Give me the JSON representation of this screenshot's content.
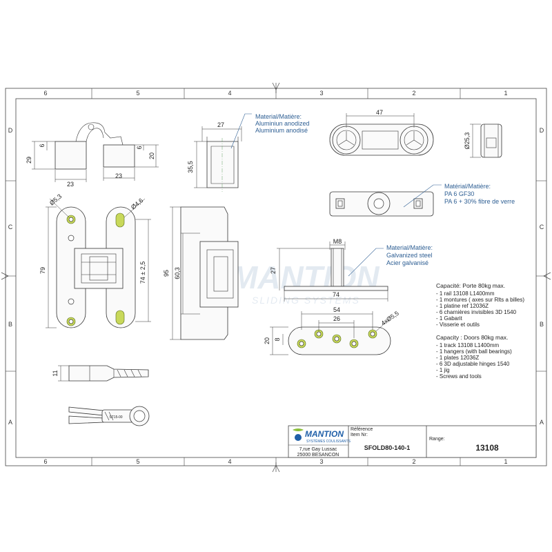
{
  "frame": {
    "columns": [
      "6",
      "5",
      "4",
      "3",
      "2",
      "1"
    ],
    "rows": [
      "D",
      "C",
      "B",
      "A"
    ]
  },
  "dimensions": {
    "hinge_side_height": "29",
    "hinge_side_left_offset": "6",
    "hinge_side_right_offset": "6",
    "hinge_side_right_height": "20",
    "hinge_width_left": "23",
    "hinge_width_right": "23",
    "hinge_front_hole": "Ø5,3",
    "hinge_front_hole_right": "Ø4,6",
    "hinge_front_height": "79",
    "hinge_front_pitch": "74 ± 2,5",
    "plate_height": "95",
    "plate_inner": "60,3",
    "track_width": "27",
    "track_height": "35,5",
    "hanger_width": "47",
    "wheel_diameter": "Ø25,3",
    "bolt_thread": "M8",
    "bolt_height": "27",
    "bolt_base": "74",
    "plate_width_outer": "54",
    "plate_width_inner": "26",
    "plate_height_outer": "20",
    "plate_height_inner": "8",
    "plate_holes": "4xØ5,5",
    "jig_height": "11",
    "jig_tag": "ST15-00"
  },
  "materials": {
    "track": {
      "title": "Material/Matière:",
      "line1": "Aluminiun anodized",
      "line2": "Aluminium anodisé"
    },
    "hanger": {
      "title": "Matérial/Matière:",
      "line1": "PA 6 GF30",
      "line2": "PA 6 + 30% fibre de verre"
    },
    "bolt": {
      "title": "Material/Matière:",
      "line1": "Galvanized steel",
      "line2": "Acier galvanisé"
    }
  },
  "capacity_fr": {
    "heading": "Capacité: Porte 80kg max.",
    "items": [
      "- 1 rail 13108 L1400mm",
      "- 1 montures ( axes sur Rlts a billes)",
      "- 1 platine ref 12036Z",
      "- 6 charnières invisibles 3D 1540",
      "- 1 Gabarit",
      "- Visserie et outils"
    ]
  },
  "capacity_en": {
    "heading": "Capacity : Doors 80kg max.",
    "items": [
      "- 1 track 13108 L1400mm",
      "- 1 hangers (with ball bearings)",
      "- 1 plates 12036Z",
      "- 6 3D adjustable hinges 1540",
      "- 1 jig",
      "- Screws and tools"
    ]
  },
  "watermark": {
    "brand": "MANTION",
    "tagline": "SLIDING SYSTEMS"
  },
  "title_block": {
    "logo_brand": "MANTION",
    "logo_tagline": "SYSTÈMES COULISSANTS",
    "address_line1": "7,rue Gay Lussac",
    "address_line2": "25000 BESANCON",
    "reference_label_fr": "Référence",
    "reference_label_en": "Item Nr:",
    "reference_value": "SFOLD80-140-1",
    "range_label": "Range:",
    "range_value": "13108"
  },
  "colors": {
    "annotation_blue": "#2d5e93",
    "logo_green": "#8bbf3a",
    "logo_blue": "#1f5fa8"
  }
}
